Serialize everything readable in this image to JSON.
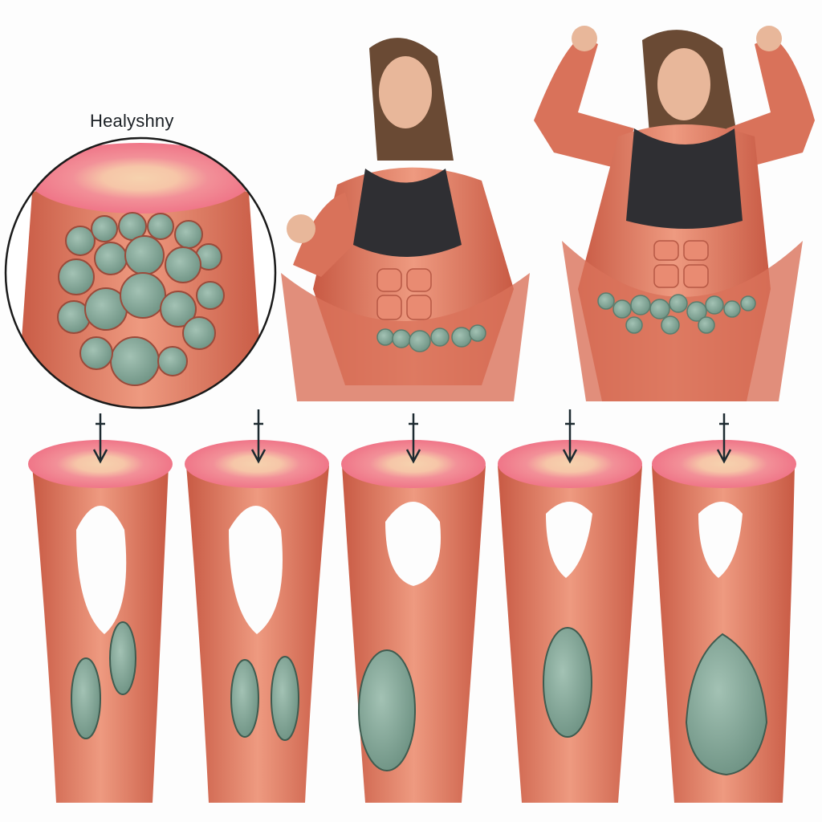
{
  "illustration": {
    "label": "Healyshny",
    "inset": {
      "shape": "circle",
      "content": "muscle cross-section with green fat lobules"
    },
    "figures": [
      {
        "pose": "one arm raised, fist",
        "overlay": "muscle anatomy with fat deposits at waist"
      },
      {
        "pose": "double biceps flex",
        "overlay": "muscle anatomy with fat deposits at waist"
      }
    ],
    "muscle_segments": [
      {
        "index": 1,
        "fat_deposits": 2,
        "arrow": "down"
      },
      {
        "index": 2,
        "fat_deposits": 2,
        "arrow": "down"
      },
      {
        "index": 3,
        "fat_deposits": 1,
        "arrow": "down"
      },
      {
        "index": 4,
        "fat_deposits": 1,
        "arrow": "down"
      },
      {
        "index": 5,
        "fat_deposits": 1,
        "arrow": "down"
      }
    ],
    "colors": {
      "muscle": "#d9725a",
      "muscle_light": "#f0a08a",
      "cross_section": "#f07a8a",
      "core": "#f6d2ae",
      "fat": "#7fa393",
      "fat_dark": "#5b7d6e",
      "bra": "#2f2f33",
      "hair": "#6a4a34",
      "skin": "#e8b79a",
      "arrow": "#1d2a30"
    }
  }
}
